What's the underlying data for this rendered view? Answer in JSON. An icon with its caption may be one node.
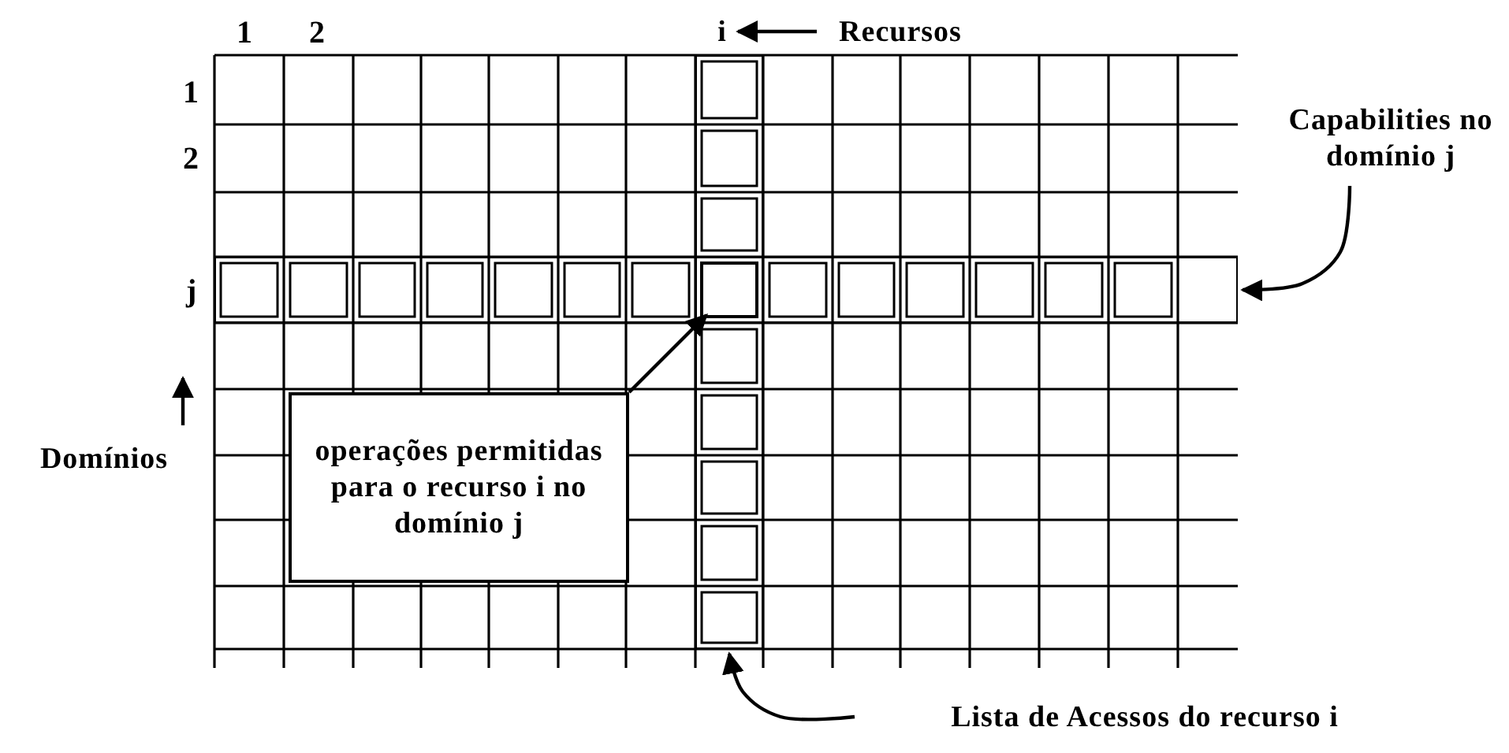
{
  "diagram": {
    "nodes": [
      {
        "text": [
          "operações permitidas para o recurso i no domínio j"
        ]
      },
      {
        "text": [],
        "shape": "box"
      },
      {
        "text": [
          "Capabilities no domínio j"
        ]
      },
      {
        "text": [],
        "shape": "bar"
      },
      {
        "text": [
          "Lista de Acessos do recurso i"
        ]
      },
      {
        "text": [],
        "shape": "bar"
      },
      {
        "text": [
          "Recursos"
        ]
      },
      {
        "text": [
          "i"
        ]
      },
      {
        "text": [
          "Domínios"
        ]
      }
    ],
    "edges": [
      {
        "from": 0,
        "to": 1,
        "arrow": "to"
      },
      {
        "from": 2,
        "to": 3,
        "arrow": "to"
      },
      {
        "from": 4,
        "to": 5,
        "arrow": "to"
      },
      {
        "from": 6,
        "to": 7,
        "arrow": "to"
      },
      {
        "from": 8,
        "to": null,
        "arrow": "to"
      }
    ],
    "labels": [
      "1",
      "2",
      "1",
      "2",
      "j"
    ]
  }
}
